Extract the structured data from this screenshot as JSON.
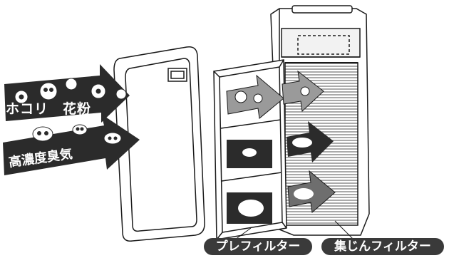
{
  "labels": {
    "dust_pollen": "ホコリ　花粉",
    "strong_odor": "高濃度臭気",
    "pre_filter": "プレフィルター",
    "dust_filter": "集じんフィルター"
  },
  "colors": {
    "line": "#1a1a1a",
    "dark_arrow": "#2b2b2b",
    "mid_arrow": "#6e6e6e",
    "light_arrow": "#9a9a9a",
    "label_bg": "#3a3a3a"
  },
  "icons": [
    "dust-particle-icon",
    "pollen-icon",
    "odor-face-icon"
  ]
}
